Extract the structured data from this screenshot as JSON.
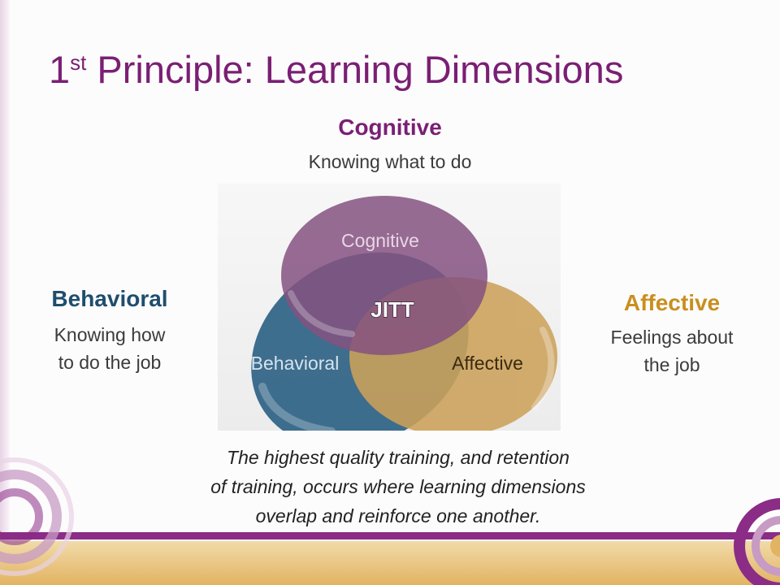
{
  "slide": {
    "title_main": "1",
    "title_sup": "st",
    "title_rest": " Principle: Learning Dimensions",
    "colors": {
      "purple": "#7a1f74",
      "blue": "#1f4e6d",
      "gold": "#c98f1f"
    }
  },
  "labels": {
    "cognitive": {
      "heading": "Cognitive",
      "description": "Knowing what to do"
    },
    "behavioral": {
      "heading": "Behavioral",
      "description_lines": [
        "Knowing how",
        "to do the job"
      ]
    },
    "affective": {
      "heading": "Affective",
      "description_lines": [
        "Feelings about",
        "the job"
      ]
    }
  },
  "venn": {
    "circles": [
      {
        "label": "Cognitive",
        "color": "#7b4477"
      },
      {
        "label": "Behavioral",
        "color": "#2f6385"
      },
      {
        "label": "Affective",
        "color": "#c99b4d"
      }
    ],
    "center_label": "JITT"
  },
  "caption_lines": [
    "The highest quality training, and retention",
    "of training, occurs where learning dimensions",
    "overlap and reinforce one another."
  ]
}
